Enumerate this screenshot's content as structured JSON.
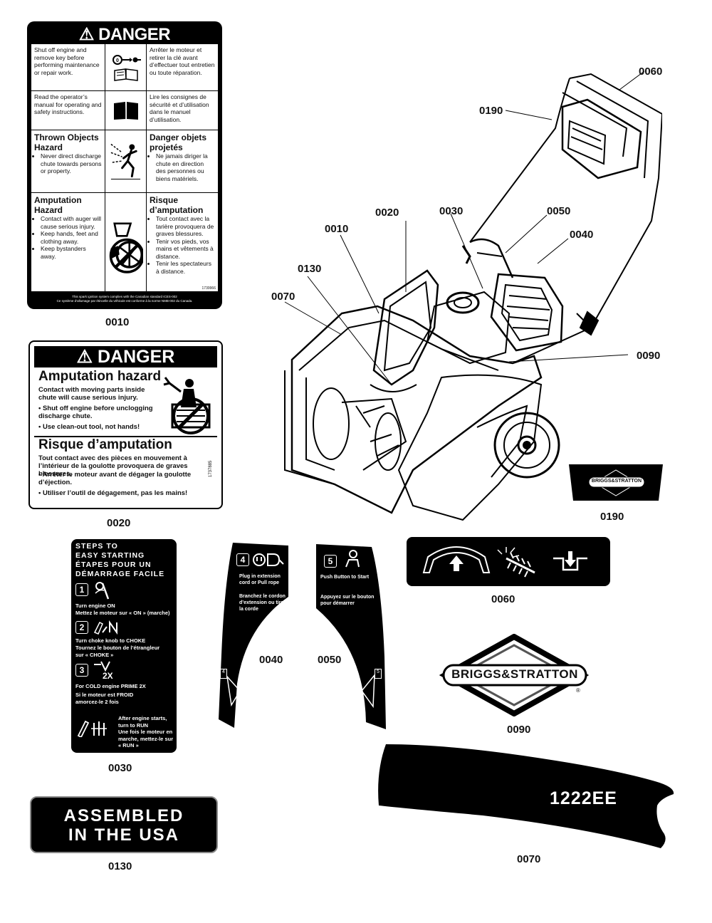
{
  "part_numbers": {
    "p0010": "0010",
    "p0020": "0020",
    "p0030": "0030",
    "p0040": "0040",
    "p0050": "0050",
    "p0060": "0060",
    "p0070": "0070",
    "p0090": "0090",
    "p0130": "0130",
    "p0190": "0190"
  },
  "callouts": {
    "c0060": "0060",
    "c0190": "0190",
    "c0020": "0020",
    "c0030": "0030",
    "c0050": "0050",
    "c0010": "0010",
    "c0040": "0040",
    "c0130": "0130",
    "c0070": "0070",
    "c0090": "0090"
  },
  "decal_0010": {
    "header": "⚠ DANGER",
    "r1_en": "Shut off engine and remove key before performing maintenance or repair work.",
    "r1_fr": "Arrêter le moteur et retirer la clé avant d’effectuer tout entretien ou toute réparation.",
    "r2_en": "Read the operator’s manual for operating and safety instructions.",
    "r2_fr": "Lire les consignes de sécurité et d’utilisation dans le manuel d’utilisation.",
    "r3_en_title": "Thrown Objects Hazard",
    "r3_en_b1": "Never direct discharge chute towards persons or property.",
    "r3_fr_title": "Danger objets projetés",
    "r3_fr_b1": "Ne jamais diriger la chute en direction des personnes ou biens matériels.",
    "r4_en_title": "Amputation Hazard",
    "r4_en_b1": "Contact with auger will cause serious injury.",
    "r4_en_b2": "Keep hands, feet and clothing away.",
    "r4_en_b3": "Keep bystanders away.",
    "r4_fr_title": "Risque d’amputation",
    "r4_fr_b1": "Tout contact avec la tarière provoquera de graves blessures.",
    "r4_fr_b2": "Tenir vos pieds, vos mains et vêtements à distance.",
    "r4_fr_b3": "Tenir les spectateurs à distance.",
    "code": "1739966",
    "footer_en": "This spark ignition system complies with the Canadian standard ICES-002",
    "footer_fr": "Ce système d’allumage par étincelle du véhicule est conforme à la norme NMB-002 du Canada."
  },
  "decal_0020": {
    "header": "⚠ DANGER",
    "title_en": "Amputation hazard",
    "intro_en": "Contact with moving parts inside chute will cause serious injury.",
    "b1_en": "• Shut off engine before unclogging discharge chute.",
    "b2_en": "• Use clean-out tool, not hands!",
    "title_fr": "Risque d’amputation",
    "intro_fr": "Tout contact avec des pièces en mouvement à l’intérieur de la goulotte provoquera de graves blessures.",
    "b1_fr": "• Arrêter le moteur avant de dégager la goulotte d’éjection.",
    "b2_fr": "• Utiliser l’outil de dégagement, pas les mains!",
    "code": "1737885"
  },
  "decal_0030": {
    "h1": "STEPS TO",
    "h2": "EASY STARTING",
    "h3": "ÉTAPES POUR UN",
    "h4": "DÉMARRAGE FACILE",
    "n1": "1",
    "n2": "2",
    "n3": "3",
    "s1_en": "Turn engine ON",
    "s1_fr": "Mettez le moteur sur « ON » (marche)",
    "s2_en": "Turn choke knob to CHOKE",
    "s2_fr": "Tournez le bouton de l’étrangleur sur « CHOKE »",
    "s3_mark": "2X",
    "s3_en": "For COLD engine PRIME 2X",
    "s3_fr": "Si le moteur est FROID amorcez-le 2 fois",
    "s4_en": "After engine starts, turn to RUN",
    "s4_fr": "Une fois le moteur en marche, mettez-le sur « RUN »"
  },
  "decal_0040": {
    "num": "4",
    "en": "Plug in extension cord or Pull rope",
    "fr": "Branchez le cordon d’extension ou tirer la corde",
    "small": "4"
  },
  "decal_0050": {
    "num": "5",
    "en": "Push Button to Start",
    "fr": "Appuyez sur le bouton pour démarrer",
    "small": "5"
  },
  "decal_0130": {
    "line1": "ASSEMBLED",
    "line2": "IN THE USA"
  },
  "decal_0190": {
    "brand": "BRIGGS&STRATTON"
  },
  "decal_0090": {
    "brand": "BRIGGS&STRATTON",
    "reg": "®"
  },
  "decal_0070": {
    "model": "1222EE"
  },
  "icons": {
    "key": "key-icon",
    "manual": "manual-icon",
    "thrown": "thrown-objects-icon",
    "auger": "auger-hand-icon",
    "choke": "choke-icon",
    "primer": "primer-icon",
    "plug": "plug-icon",
    "button": "push-button-icon",
    "handle": "handle-icon",
    "drop": "drop-icon"
  }
}
